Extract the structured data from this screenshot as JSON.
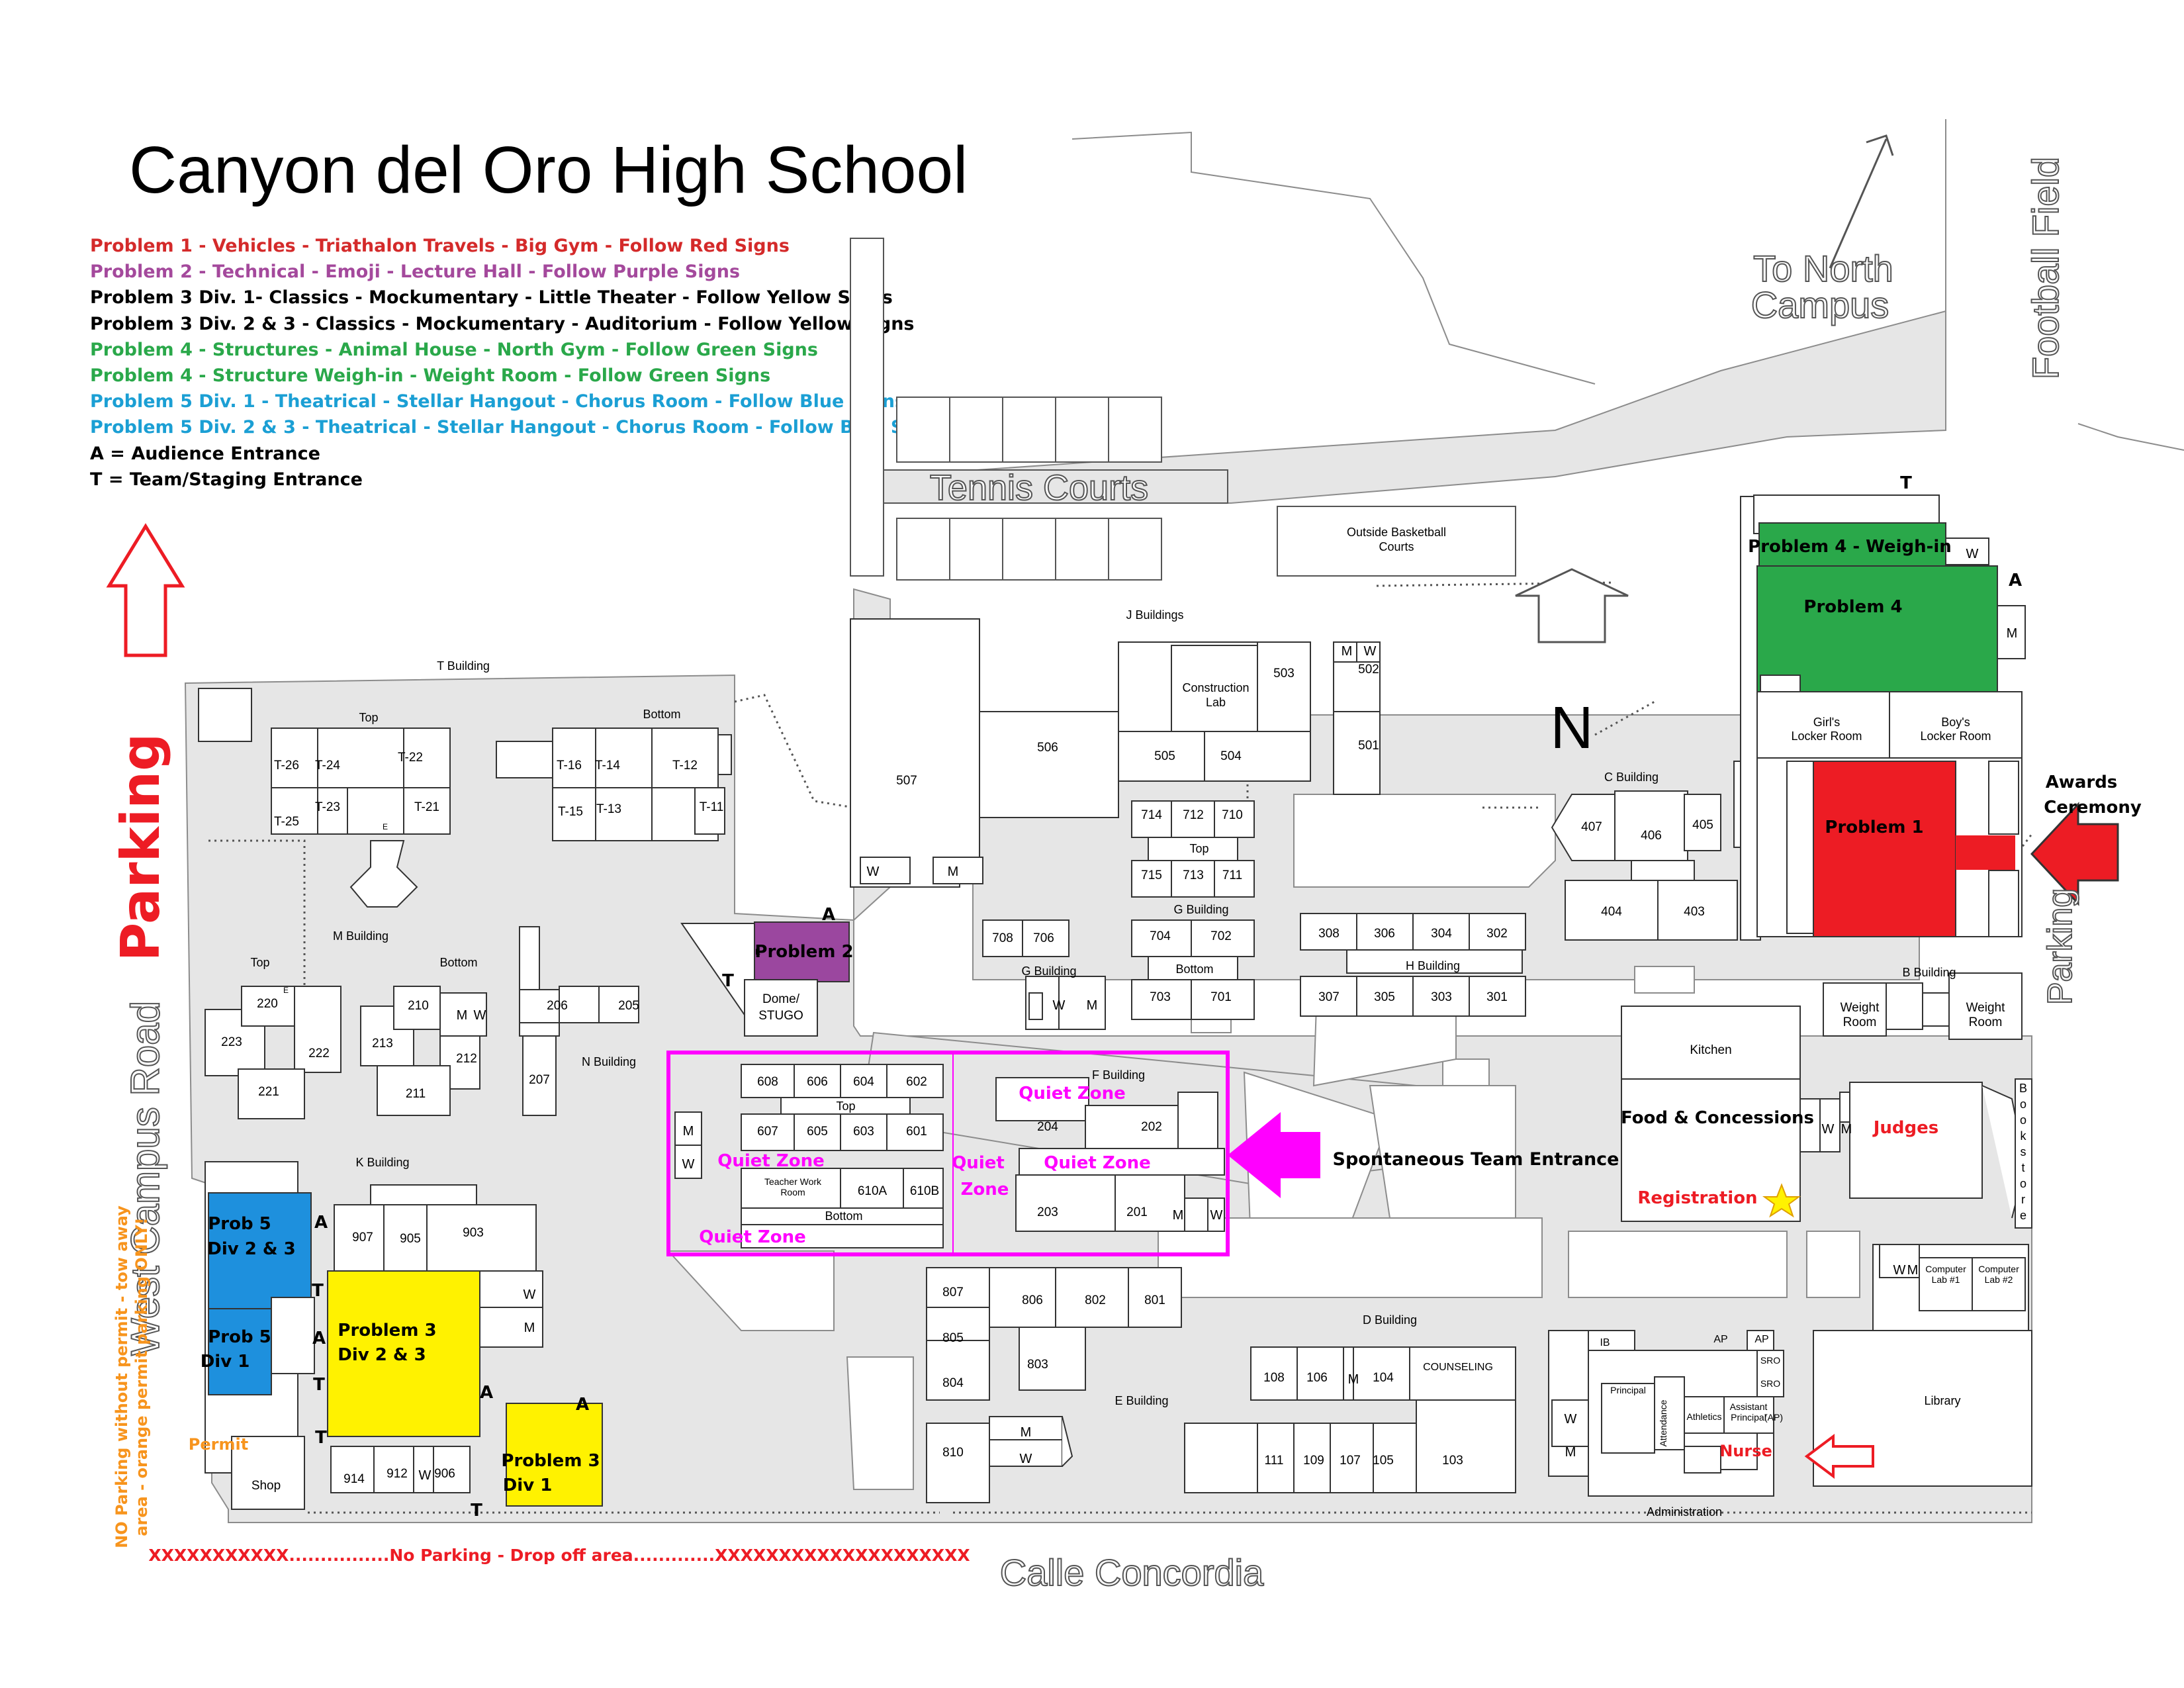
{
  "title": "Canyon del Oro High School",
  "legend": [
    {
      "text": "Problem 1 - Vehicles - Triathalon Travels - Big Gym - Follow Red Signs",
      "color": "#d42a2a"
    },
    {
      "text": "Problem 2 - Technical - Emoji - Lecture Hall - Follow Purple Signs",
      "color": "#a4499c"
    },
    {
      "text": "Problem 3 Div. 1- Classics - Mockumentary - Little Theater - Follow Yellow Signs",
      "color": "#000000"
    },
    {
      "text": "Problem 3 Div. 2 & 3 - Classics - Mockumentary - Auditorium - Follow Yellow Signs",
      "color": "#000000"
    },
    {
      "text": "Problem 4 - Structures - Animal House - North Gym - Follow Green Signs",
      "color": "#2aa84a"
    },
    {
      "text": "Problem 4 - Structure Weigh-in - Weight Room - Follow Green Signs",
      "color": "#2aa84a"
    },
    {
      "text": "Problem 5 Div. 1 - Theatrical - Stellar Hangout - Chorus Room - Follow Blue Signs",
      "color": "#1b9fd4"
    },
    {
      "text": "Problem 5 Div. 2 & 3 - Theatrical - Stellar Hangout - Chorus Room - Follow Blue Signs",
      "color": "#1b9fd4"
    },
    {
      "text": "A = Audience Entrance",
      "color": "#000000"
    },
    {
      "text": "T = Team/Staging Entrance",
      "color": "#000000"
    }
  ],
  "colors": {
    "problem1": "#ed1c24",
    "problem2": "#9b479f",
    "problem3": "#fff200",
    "problem4": "#2aa84a",
    "problem5": "#1e90dd",
    "quiet": "#ff00ff",
    "path": "#e6e6e6"
  },
  "labels": {
    "parking": "Parking",
    "west_campus_road": "West Campus Road",
    "calle_concordia": "Calle Concordia",
    "to_north_campus_1": "To North",
    "to_north_campus_2": "Campus",
    "football_field": "Football Field",
    "tennis_courts": "Tennis Courts",
    "parking_right": "Parking",
    "north": "N",
    "basketball_1": "Outside Basketball",
    "basketball_2": "Courts",
    "awards_1": "Awards",
    "awards_2": "Ceremony",
    "spontaneous": "Spontaneous Team Entrance",
    "no_parking_1": "NO Parking without permit - tow away",
    "no_parking_2": "area - orange permit parking ONLY!",
    "permit": "Permit",
    "drop_off": "XXXXXXXXXXX................No Parking - Drop off area.............XXXXXXXXXXXXXXXXXXXX",
    "t_building": "T Building",
    "j_buildings": "J Buildings",
    "c_building": "C Building",
    "m_building": "M Building",
    "n_building": "N Building",
    "k_building": "K Building",
    "g_building": "G Building",
    "g_building_2": "G Building",
    "h_building": "H Building",
    "f_building": "F Building",
    "d_building": "D Building",
    "e_building": "E Building",
    "b_building": "B Building",
    "administration": "Administration",
    "top": "Top",
    "bottom": "Bottom",
    "construction_1": "Construction",
    "construction_2": "Lab",
    "girls_locker_1": "Girl's",
    "girls_locker_2": "Locker Room",
    "boys_locker_1": "Boy's",
    "boys_locker_2": "Locker Room",
    "weight_1": "Weight",
    "weight_2": "Room",
    "kitchen": "Kitchen",
    "food": "Food & Concessions",
    "judges": "Judges",
    "registration": "Registration",
    "bookstore": [
      "B",
      "o",
      "o",
      "k",
      "s",
      "t",
      "o",
      "r",
      "e"
    ],
    "library": "Library",
    "counseling": "COUNSELING",
    "nurse": "Nurse",
    "principal": "Principal",
    "attendance": "Attendance",
    "athletics": "Athletics",
    "asst_1": "Assistant",
    "asst_2": "Principal",
    "asst_3": "(AP)",
    "computer_1": "Computer",
    "computer_2": "Lab #1",
    "computer_3": "Lab #2",
    "dome_1": "Dome/",
    "dome_2": "STUGO",
    "teacher_1": "Teacher Work",
    "teacher_2": "Room",
    "shop": "Shop",
    "quiet_zone": "Quiet Zone",
    "quiet": "Quiet",
    "zone": "Zone",
    "problem1": "Problem 1",
    "problem2": "Problem 2",
    "problem4": "Problem 4",
    "problem4_weigh": "Problem 4 - Weigh-in",
    "problem3_div23_1": "Problem 3",
    "problem3_div23_2": "Div 2 & 3",
    "problem3_div1_1": "Problem 3",
    "problem3_div1_2": "Div 1",
    "prob5_div23_1": "Prob 5",
    "prob5_div23_2": "Div 2 & 3",
    "prob5_div1_1": "Prob 5",
    "prob5_div1_2": "Div 1",
    "A": "A",
    "T": "T",
    "W": "W",
    "M": "M",
    "IB": "IB",
    "AP": "AP",
    "SRO": "SRO",
    "E": "E"
  },
  "rooms": {
    "t": [
      "T-26",
      "T-24",
      "T-22",
      "T-23",
      "T-21",
      "T-25",
      "T-16",
      "T-14",
      "T-12",
      "T-15",
      "T-13",
      "T-11"
    ],
    "j": [
      "503",
      "502",
      "501",
      "506",
      "505",
      "504",
      "507"
    ],
    "c": [
      "407",
      "406",
      "405",
      "404",
      "403"
    ],
    "g_top": [
      "714",
      "712",
      "710",
      "715",
      "713",
      "711"
    ],
    "g_bottom": [
      "704",
      "702",
      "703",
      "701"
    ],
    "g_small": [
      "708",
      "706"
    ],
    "h": [
      "308",
      "306",
      "304",
      "302",
      "307",
      "305",
      "303",
      "301"
    ],
    "m": [
      "220",
      "223",
      "222",
      "221",
      "210",
      "213",
      "212",
      "211"
    ],
    "n": [
      "206",
      "205",
      "207"
    ],
    "six": [
      "608",
      "606",
      "604",
      "602",
      "607",
      "605",
      "603",
      "601",
      "610A",
      "610B"
    ],
    "f": [
      "204",
      "202",
      "203",
      "201"
    ],
    "k": [
      "907",
      "905",
      "903",
      "914",
      "912",
      "906"
    ],
    "e": [
      "807",
      "806",
      "802",
      "801",
      "805",
      "803",
      "804",
      "810"
    ],
    "d": [
      "108",
      "106",
      "104",
      "111",
      "109",
      "107",
      "105",
      "103"
    ]
  }
}
